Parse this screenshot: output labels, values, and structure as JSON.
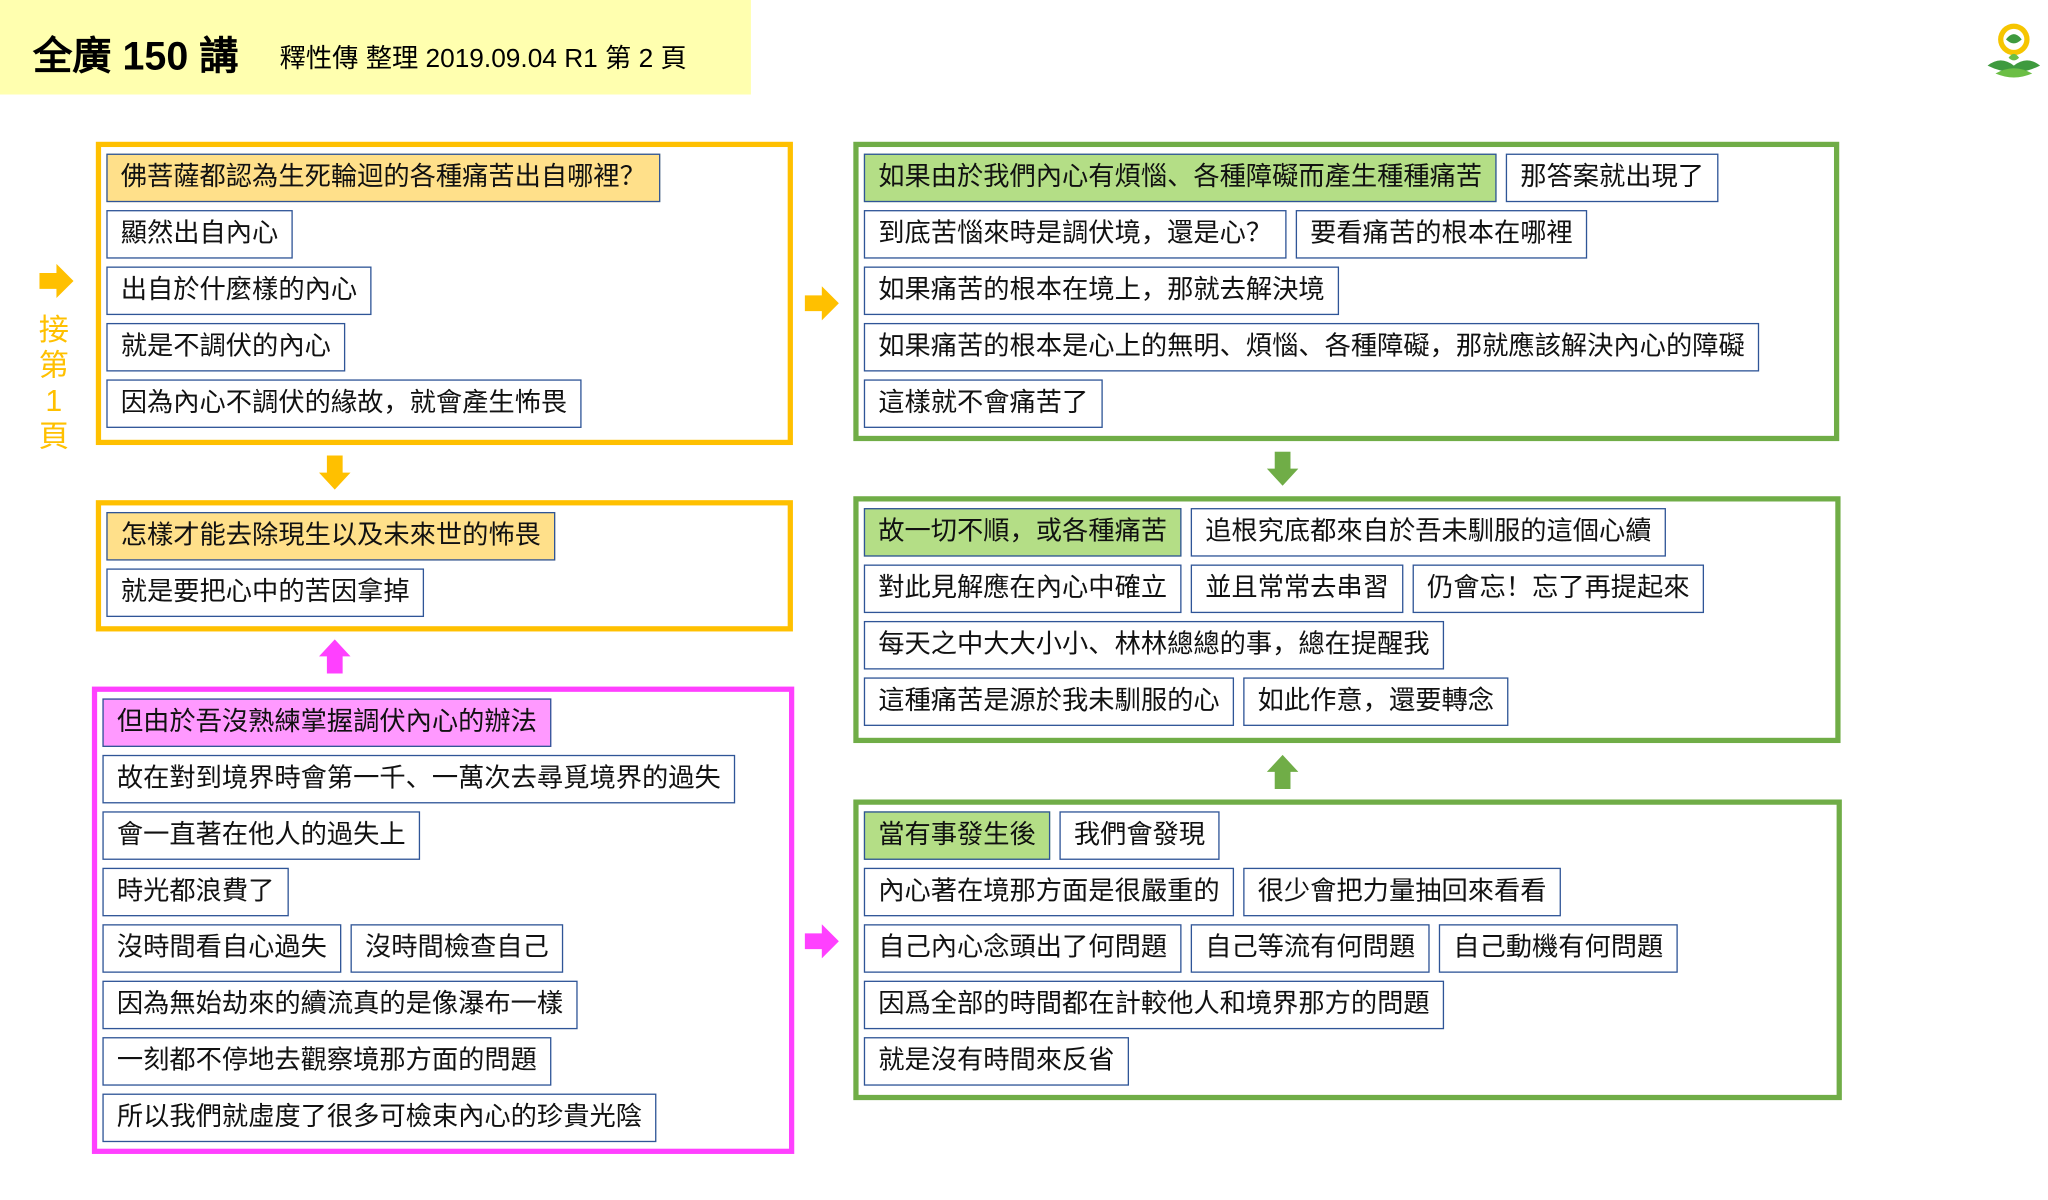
{
  "header": {
    "title": "全廣 150 講",
    "subtitle": "釋性傳 整理 2019.09.04 R1 第 2 頁"
  },
  "side_note": [
    "接",
    "第",
    "1",
    "頁"
  ],
  "colors": {
    "yellow": "#FFC000",
    "yellow_fill": "#FFE08A",
    "magenta": "#FF40FF",
    "magenta_fill": "#FF99FF",
    "green": "#70AD47",
    "green_fill": "#B4DE86",
    "item_border": "#2F5597",
    "header_bg": "#FFFFAF"
  },
  "panels": [
    {
      "id": "yellow-1",
      "color": "yellow",
      "rows": [
        [
          {
            "text": "佛菩薩都認為生死輪迴的各種痛苦出自哪裡？",
            "hl": true
          }
        ],
        [
          {
            "text": "顯然出自內心"
          }
        ],
        [
          {
            "text": "出自於什麼樣的內心"
          }
        ],
        [
          {
            "text": "就是不調伏的內心"
          }
        ],
        [
          {
            "text": "因為內心不調伏的緣故，就會產生怖畏"
          }
        ]
      ]
    },
    {
      "id": "yellow-2",
      "color": "yellow",
      "rows": [
        [
          {
            "text": "怎樣才能去除現生以及未來世的怖畏",
            "hl": true
          }
        ],
        [
          {
            "text": "就是要把心中的苦因拿掉"
          }
        ]
      ]
    },
    {
      "id": "magenta-1",
      "color": "magenta",
      "rows": [
        [
          {
            "text": "但由於吾沒熟練掌握調伏內心的辦法",
            "hl": true
          }
        ],
        [
          {
            "text": "故在對到境界時會第一千、一萬次去尋覓境界的過失"
          }
        ],
        [
          {
            "text": "會一直著在他人的過失上"
          }
        ],
        [
          {
            "text": "時光都浪費了"
          }
        ],
        [
          {
            "text": "沒時間看自心過失"
          },
          {
            "text": "沒時間檢查自己"
          }
        ],
        [
          {
            "text": "因為無始劫來的續流真的是像瀑布一樣"
          }
        ],
        [
          {
            "text": "一刻都不停地去觀察境那方面的問題"
          }
        ],
        [
          {
            "text": "所以我們就虛度了很多可檢束內心的珍貴光陰"
          }
        ]
      ]
    },
    {
      "id": "green-1",
      "color": "green",
      "rows": [
        [
          {
            "text": "如果由於我們內心有煩惱、各種障礙而產生種種痛苦",
            "hl": true
          },
          {
            "text": "那答案就出現了"
          }
        ],
        [
          {
            "text": "到底苦惱來時是調伏境，還是心？"
          },
          {
            "text": "要看痛苦的根本在哪裡"
          }
        ],
        [
          {
            "text": "如果痛苦的根本在境上，那就去解決境"
          }
        ],
        [
          {
            "text": "如果痛苦的根本是心上的無明、煩惱、各種障礙，那就應該解決內心的障礙"
          }
        ],
        [
          {
            "text": "這樣就不會痛苦了"
          }
        ]
      ]
    },
    {
      "id": "green-2",
      "color": "green",
      "rows": [
        [
          {
            "text": "故一切不順，或各種痛苦",
            "hl": true
          },
          {
            "text": "追根究底都來自於吾未馴服的這個心續"
          }
        ],
        [
          {
            "text": "對此見解應在內心中確立"
          },
          {
            "text": "並且常常去串習"
          },
          {
            "text": "仍會忘！忘了再提起來"
          }
        ],
        [
          {
            "text": "每天之中大大小小、林林總總的事，總在提醒我"
          }
        ],
        [
          {
            "text": "這種痛苦是源於我未馴服的心"
          },
          {
            "text": "如此作意，還要轉念"
          }
        ]
      ]
    },
    {
      "id": "green-3",
      "color": "green",
      "rows": [
        [
          {
            "text": "當有事發生後",
            "hl": true
          },
          {
            "text": "我們會發現"
          }
        ],
        [
          {
            "text": "內心著在境那方面是很嚴重的"
          },
          {
            "text": "很少會把力量抽回來看看"
          }
        ],
        [
          {
            "text": "自己內心念頭出了何問題"
          },
          {
            "text": "自己等流有何問題"
          },
          {
            "text": "自己動機有何問題"
          }
        ],
        [
          {
            "text": "因爲全部的時間都在計較他人和境界那方的問題"
          }
        ],
        [
          {
            "text": "就是沒有時間來反省"
          }
        ]
      ]
    }
  ]
}
